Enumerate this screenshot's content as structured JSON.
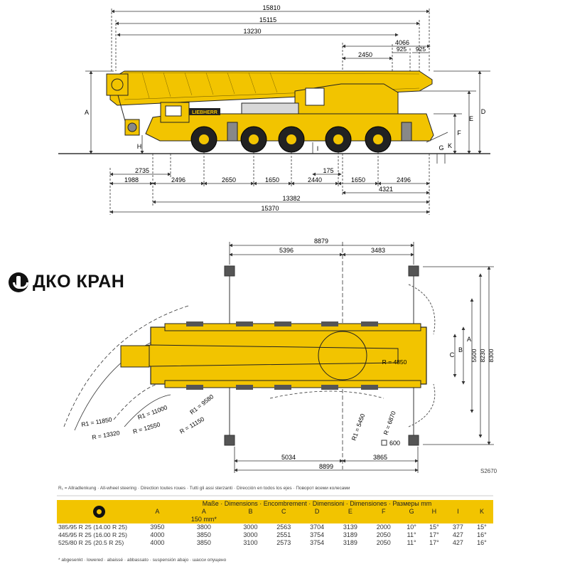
{
  "logo": {
    "text": "ДКО КРАН",
    "brand_on_cab": "LIEBHERR"
  },
  "side_view": {
    "top_dims": [
      "15810",
      "15115",
      "13230",
      "4066",
      "2450",
      "925",
      "925"
    ],
    "bottom_dims": [
      "2735",
      "175",
      "1988",
      "2496",
      "2650",
      "1650",
      "2440",
      "1650",
      "2496",
      "4321",
      "13382",
      "15370"
    ],
    "letters": [
      "A",
      "H",
      "I",
      "E",
      "D",
      "F",
      "G",
      "K"
    ]
  },
  "top_view": {
    "top_dims": [
      "8879",
      "5396",
      "3483"
    ],
    "bottom_dims": [
      "5034",
      "3865",
      "8899"
    ],
    "right_dims": [
      "5500",
      "8230",
      "8300"
    ],
    "letters": [
      "A",
      "B",
      "C"
    ],
    "radii": [
      "R = 4850",
      "R1 = 9580",
      "R = 11150",
      "R1 = 11000",
      "R = 12550",
      "R1 = 11850",
      "R = 13320",
      "R1 = 5450",
      "R = 6870"
    ],
    "small_box": "600",
    "figure_code": "S2670"
  },
  "footnote": "R₁ = Allradlenkung · All-wheel steering · Direction toutes roues · Tutti gli assi sterzanti · Dirección en todos los ejes · Поворот всеми колесами",
  "table": {
    "title": "Maße · Dimensions · Encombrement · Dimensioni · Dimensiones · Размеры mm",
    "columns": [
      "A",
      "A",
      "B",
      "C",
      "D",
      "E",
      "F",
      "G",
      "H",
      "I",
      "K"
    ],
    "sub": "150 mm*",
    "rows": [
      {
        "tire": "385/95 R 25 (14.00 R 25)",
        "cells": [
          "3950",
          "3800",
          "3000",
          "2563",
          "3704",
          "3139",
          "2000",
          "10°",
          "15°",
          "377",
          "15°"
        ]
      },
      {
        "tire": "445/95 R 25 (16.00 R 25)",
        "cells": [
          "4000",
          "3850",
          "3000",
          "2551",
          "3754",
          "3189",
          "2050",
          "11°",
          "17°",
          "427",
          "16°"
        ]
      },
      {
        "tire": "525/80 R 25 (20.5  R 25)",
        "cells": [
          "4000",
          "3850",
          "3100",
          "2573",
          "3754",
          "3189",
          "2050",
          "11°",
          "17°",
          "427",
          "16°"
        ]
      }
    ],
    "note": "* abgesenkt · lowered · abaissé · abbassato · suspensión abajo · шасси опущено"
  },
  "colors": {
    "crane_yellow": "#f2c400",
    "outline": "#222222",
    "dim_line": "#333333",
    "table_band": "#f2c400"
  }
}
